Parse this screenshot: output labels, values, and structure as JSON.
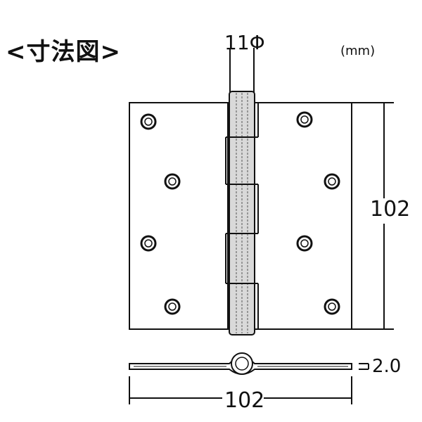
{
  "title": "<寸法図>",
  "unit": "(mm)",
  "dimensions": {
    "pin_diameter": "11Φ",
    "height": "102",
    "width": "102",
    "thickness": "2.0"
  },
  "colors": {
    "line": "#111111",
    "background": "#ffffff",
    "pin_fill": "#d9d9d9"
  }
}
